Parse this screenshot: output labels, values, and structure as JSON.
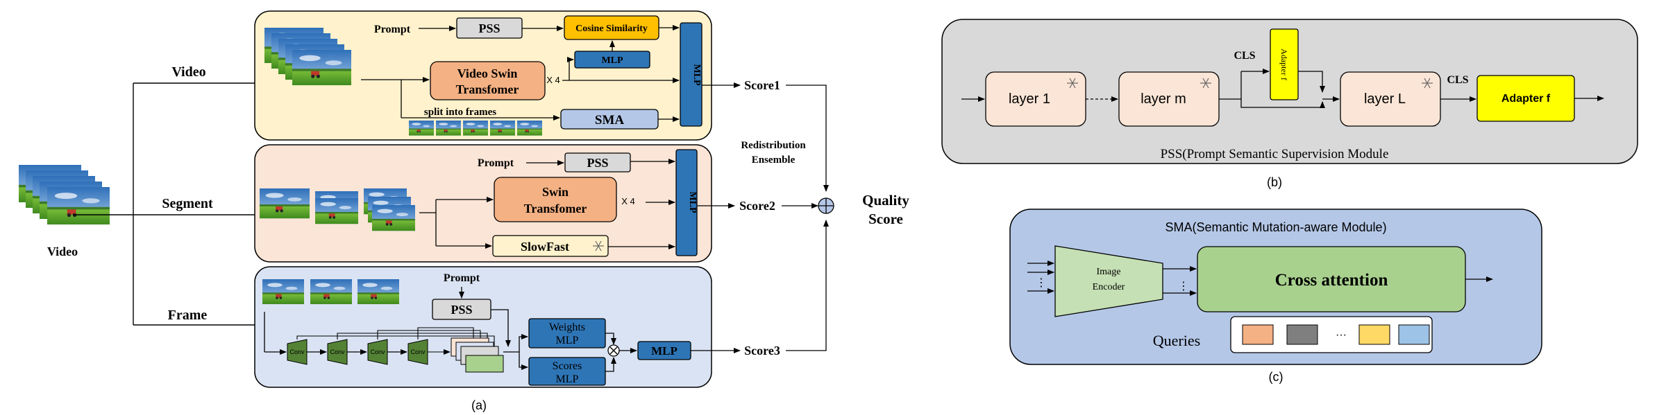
{
  "panel_a": {
    "caption": "(a)",
    "input_label": "Video",
    "branch_video": "Video",
    "branch_segment": "Segment",
    "branch_frame": "Frame",
    "video": {
      "prompt": "Prompt",
      "pss": "PSS",
      "cosine": "Cosine Similarity",
      "mlp_small": "MLP",
      "swin_line1": "Video Swin",
      "swin_line2": "Transfomer",
      "x4": "X 4",
      "split": "split into frames",
      "sma": "SMA",
      "mlp_vertical": "MLP",
      "score": "Score1"
    },
    "segment": {
      "prompt": "Prompt",
      "pss": "PSS",
      "swin_line1": "Swin",
      "swin_line2": "Transfomer",
      "x4": "X 4",
      "slowfast": "SlowFast",
      "mlp_vertical": "MLP",
      "score": "Score2"
    },
    "frame": {
      "prompt": "Prompt",
      "pss": "PSS",
      "conv": "Conv",
      "weights_line1": "Weights",
      "weights_line2": "MLP",
      "scores_line1": "Scores",
      "scores_line2": "MLP",
      "mlp": "MLP",
      "score": "Score3"
    },
    "redistribution_line1": "Redistribution",
    "redistribution_line2": "Ensemble",
    "quality_line1": "Quality",
    "quality_line2": "Score"
  },
  "panel_b": {
    "caption": "(b)",
    "title": "PSS(Prompt Semantic Supervision Module",
    "layer1": "layer 1",
    "layerm": "layer m",
    "layerL": "layer L",
    "cls1": "CLS",
    "cls2": "CLS",
    "adapter_vertical": "Adapter f",
    "adapter": "Adapter f"
  },
  "panel_c": {
    "caption": "(c)",
    "title": "SMA(Semantic Mutation-aware Module)",
    "encoder_line1": "Image",
    "encoder_line2": "Encoder",
    "cross": "Cross attention",
    "queries": "Queries",
    "dots": "···",
    "query_colors": [
      "#f4b183",
      "#7f7f7f",
      "#ffd966",
      "#9dc3e6"
    ]
  }
}
